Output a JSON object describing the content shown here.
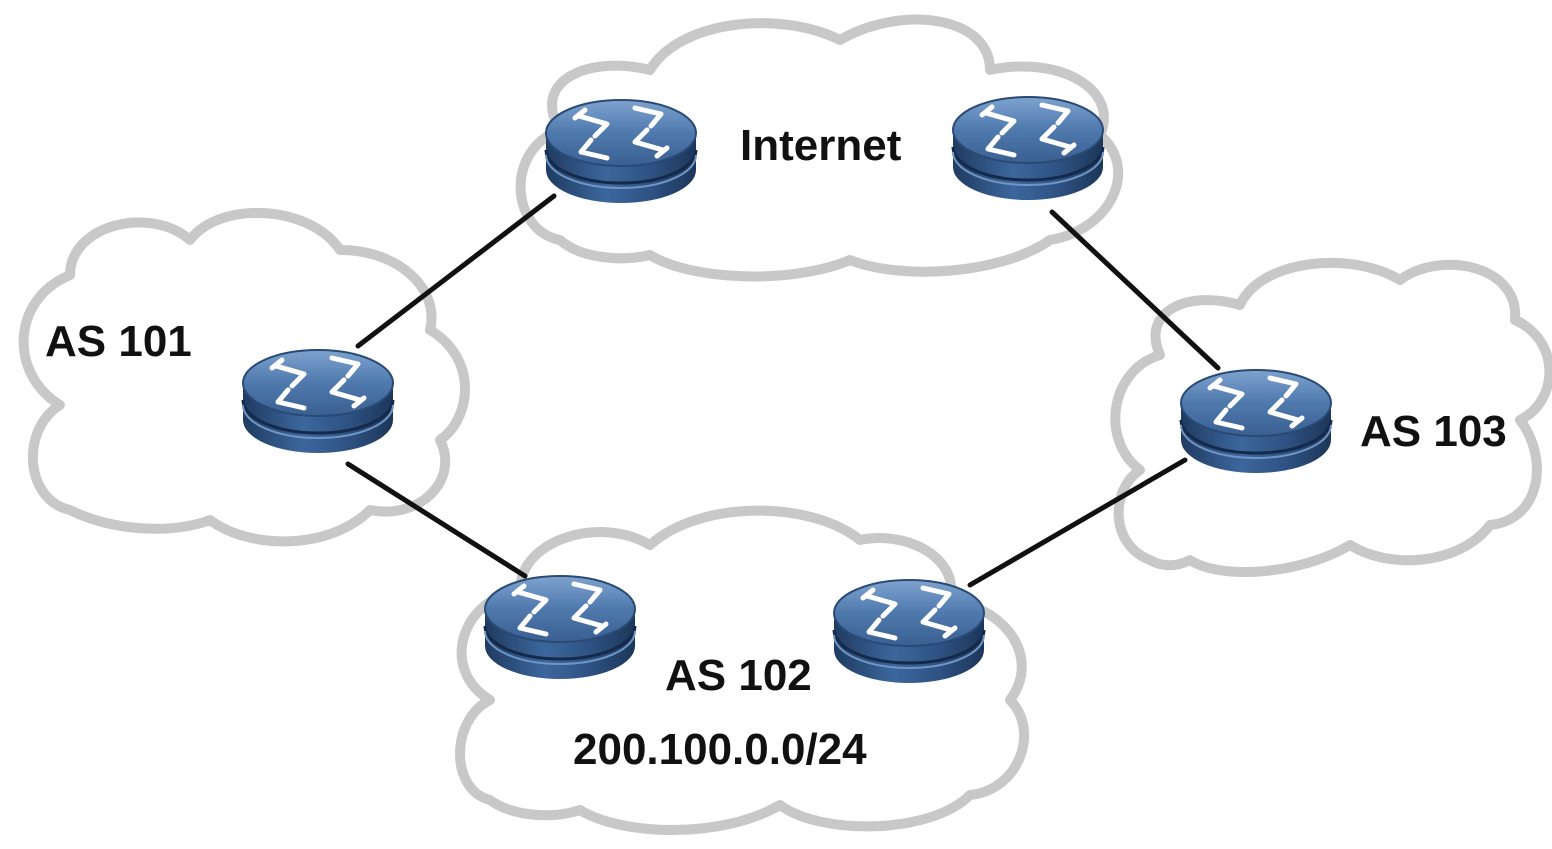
{
  "labels": {
    "internet": "Internet",
    "as101": "AS 101",
    "as102": "AS 102",
    "as103": "AS 103",
    "as102_prefix": "200.100.0.0/24"
  },
  "colors": {
    "cloud_outline": "#c8c8c8",
    "link": "#111111",
    "router_top": "#4f79ad",
    "router_side": "#2d4f7c",
    "router_arrows": "#ffffff"
  },
  "nodes": [
    {
      "id": "internet-router-1",
      "icon": "router-icon",
      "cloud": "internet"
    },
    {
      "id": "internet-router-2",
      "icon": "router-icon",
      "cloud": "internet"
    },
    {
      "id": "as101-router",
      "icon": "router-icon",
      "cloud": "as101"
    },
    {
      "id": "as102-router-1",
      "icon": "router-icon",
      "cloud": "as102"
    },
    {
      "id": "as102-router-2",
      "icon": "router-icon",
      "cloud": "as102"
    },
    {
      "id": "as103-router",
      "icon": "router-icon",
      "cloud": "as103"
    }
  ],
  "links": [
    {
      "from": "as101-router",
      "to": "internet-router-1"
    },
    {
      "from": "internet-router-2",
      "to": "as103-router"
    },
    {
      "from": "as101-router",
      "to": "as102-router-1"
    },
    {
      "from": "as102-router-2",
      "to": "as103-router"
    }
  ]
}
